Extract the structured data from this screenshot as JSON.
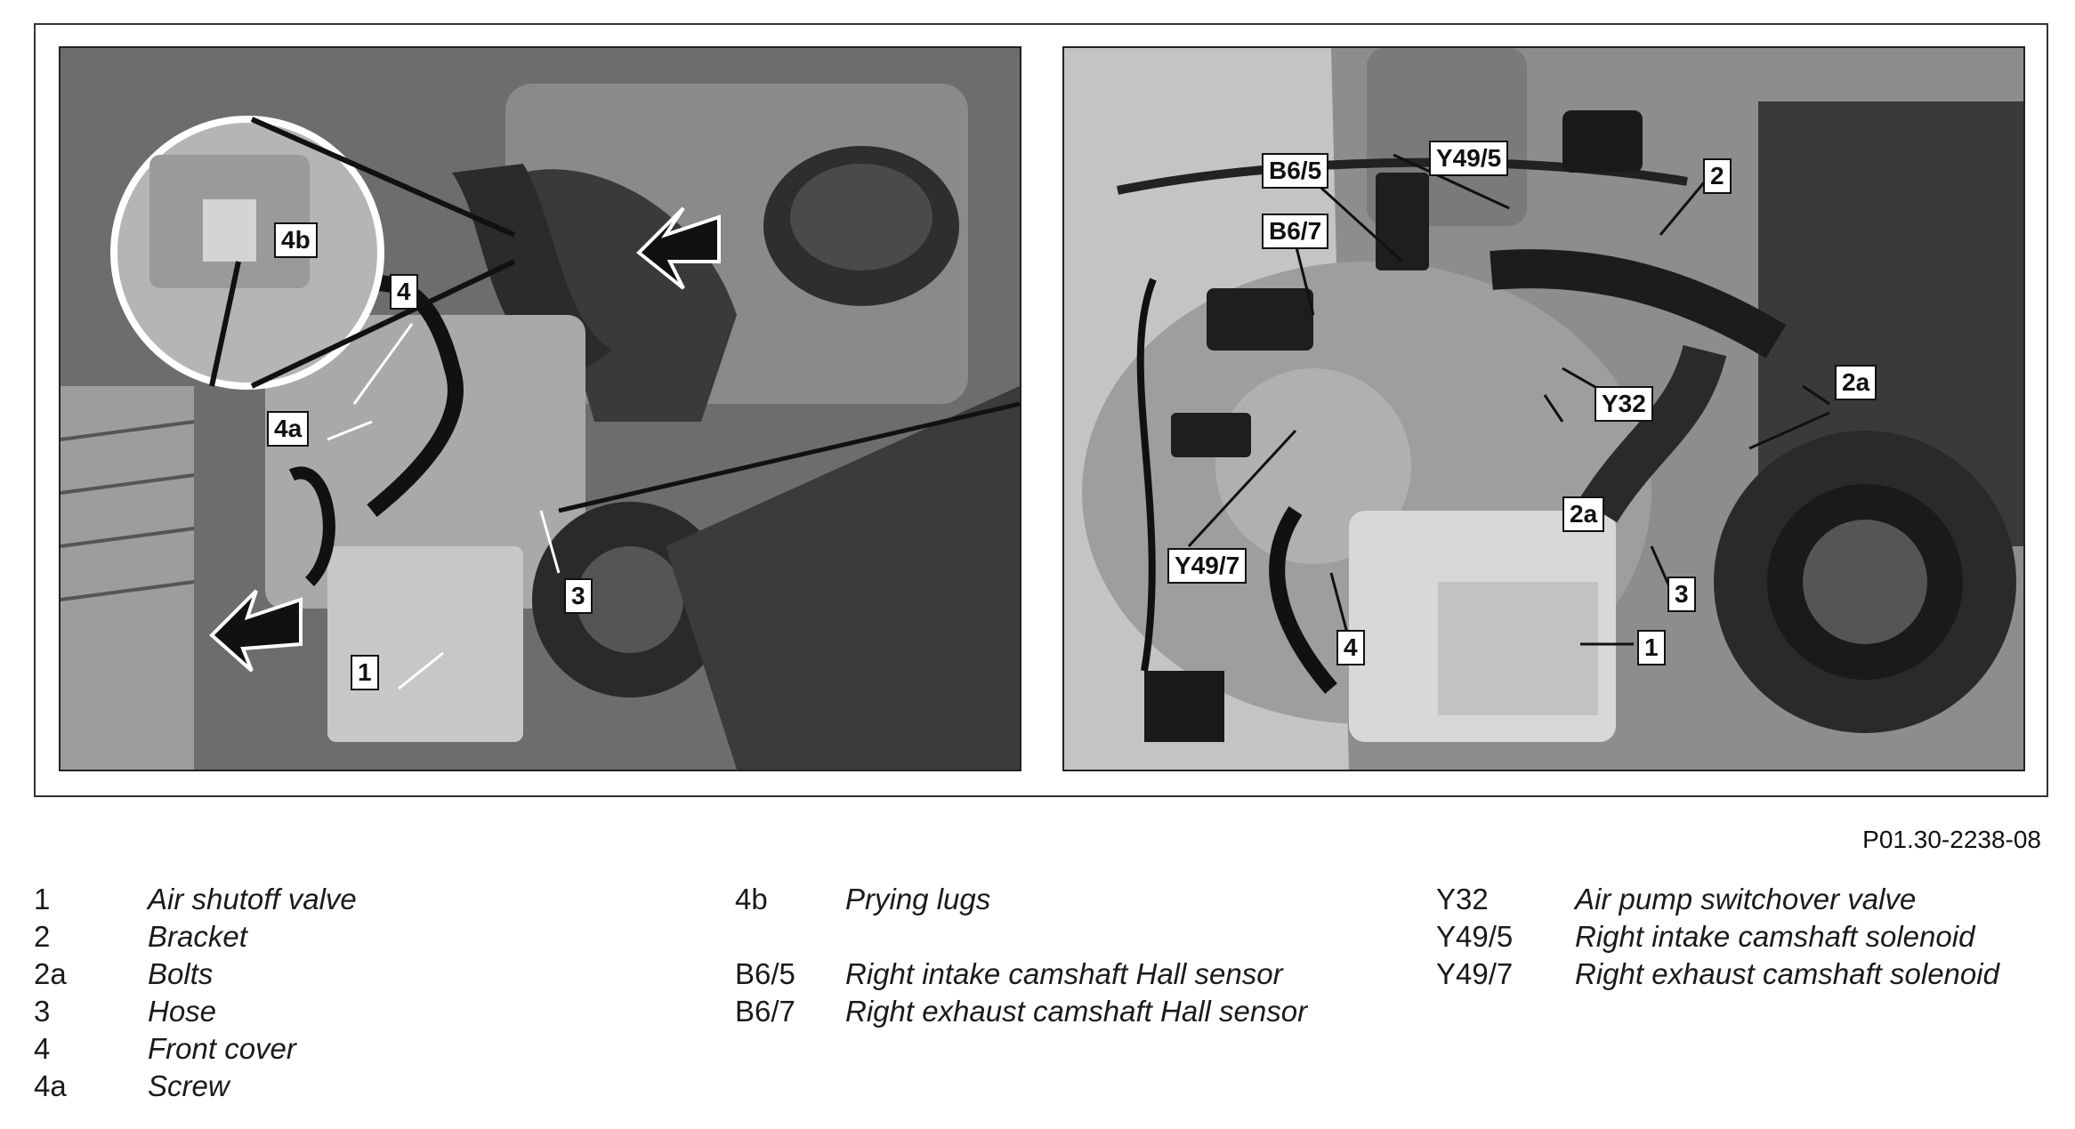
{
  "figure": {
    "left_callouts": {
      "c4b": "4b",
      "c4": "4",
      "c4a": "4a",
      "c3": "3",
      "c1": "1"
    },
    "right_callouts": {
      "b65": "B6/5",
      "y495": "Y49/5",
      "c2": "2",
      "b67": "B6/7",
      "c2a_top": "2a",
      "y32": "Y32",
      "c2a_mid": "2a",
      "y497": "Y49/7",
      "c3": "3",
      "c4": "4",
      "c1": "1"
    },
    "figure_id": "P01.30-2238-08"
  },
  "legend": {
    "col1": [
      {
        "key": "1",
        "label": "Air shutoff valve"
      },
      {
        "key": "2",
        "label": "Bracket"
      },
      {
        "key": "2a",
        "label": "Bolts"
      },
      {
        "key": "3",
        "label": "Hose"
      },
      {
        "key": "4",
        "label": "Front cover"
      },
      {
        "key": "4a",
        "label": "Screw"
      }
    ],
    "col2": [
      {
        "key": "4b",
        "label": "Prying lugs"
      },
      {
        "key": "B6/5",
        "label": "Right intake camshaft Hall sensor"
      },
      {
        "key": "B6/7",
        "label": "Right exhaust camshaft Hall sensor"
      }
    ],
    "col3": [
      {
        "key": "Y32",
        "label": "Air pump switchover valve"
      },
      {
        "key": "Y49/5",
        "label": "Right intake camshaft solenoid"
      },
      {
        "key": "Y49/7",
        "label": "Right exhaust camshaft solenoid"
      }
    ]
  }
}
